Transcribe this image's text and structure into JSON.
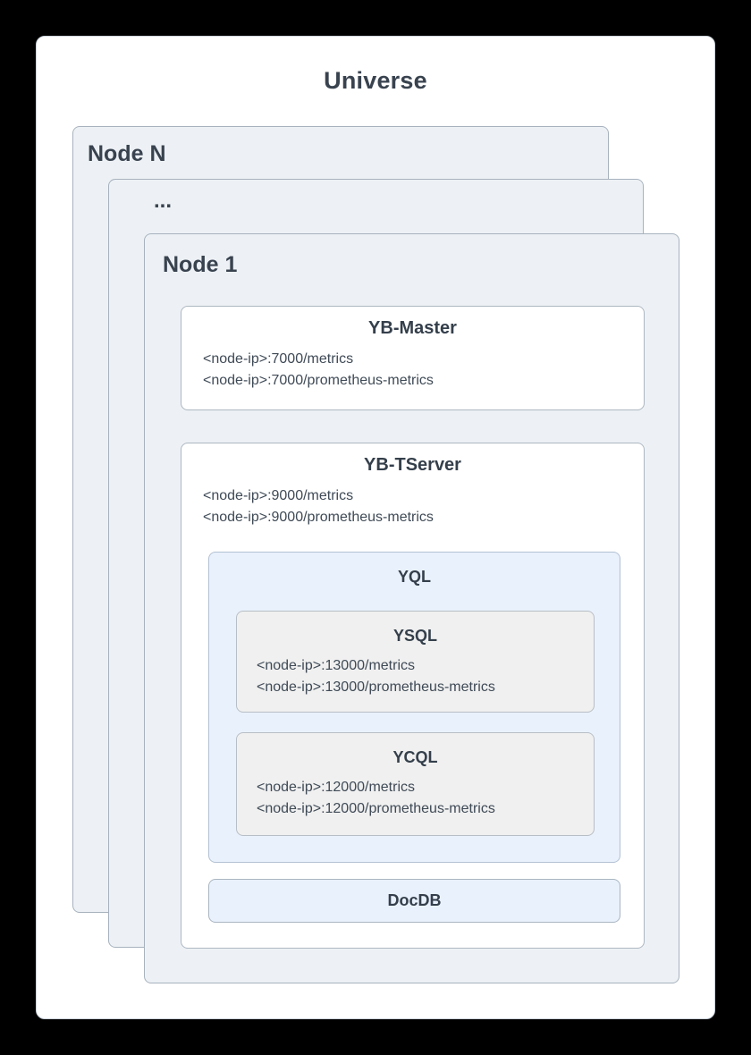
{
  "diagram": {
    "title": "Universe",
    "nodes": {
      "node_n_label": "Node N",
      "ellipsis_label": "...",
      "node_1_label": "Node 1"
    },
    "yb_master": {
      "title": "YB-Master",
      "endpoints": [
        "<node-ip>:7000/metrics",
        "<node-ip>:7000/prometheus-metrics"
      ]
    },
    "yb_tserver": {
      "title": "YB-TServer",
      "endpoints": [
        "<node-ip>:9000/metrics",
        "<node-ip>:9000/prometheus-metrics"
      ]
    },
    "yql": {
      "title": "YQL"
    },
    "ysql": {
      "title": "YSQL",
      "endpoints": [
        "<node-ip>:13000/metrics",
        "<node-ip>:13000/prometheus-metrics"
      ]
    },
    "ycql": {
      "title": "YCQL",
      "endpoints": [
        "<node-ip>:12000/metrics",
        "<node-ip>:12000/prometheus-metrics"
      ]
    },
    "docdb": {
      "title": "DocDB"
    },
    "colors": {
      "page_background": "#000000",
      "universe_fill": "#ffffff",
      "universe_border": "#ccd4dc",
      "node_fill": "#edf1f5",
      "node_border": "#a7b2be",
      "white_box_fill": "#ffffff",
      "white_box_border": "#adb7c1",
      "blue_box_fill": "#e9f1fc",
      "yql_border": "#b3c1d3",
      "docdb_border": "#a9b5c1",
      "gray_box_fill": "#f0f0f0",
      "gray_box_border": "#b8bec5",
      "title_text": "#343f4b",
      "body_text": "#3f4a56"
    }
  }
}
